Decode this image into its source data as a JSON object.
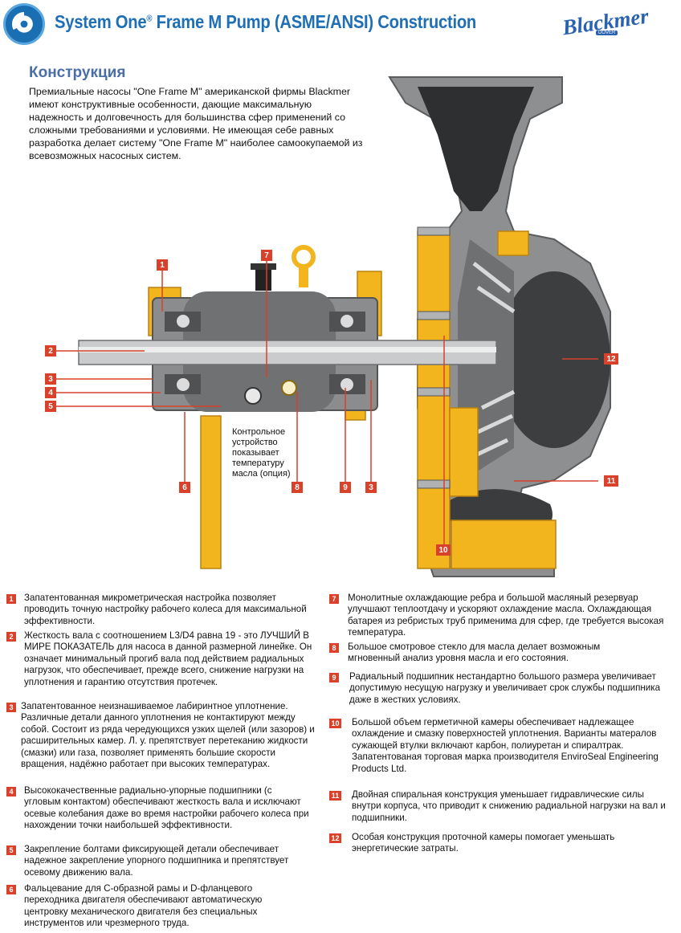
{
  "header": {
    "title_main": "System One",
    "title_reg": "®",
    "title_rest": " Frame M Pump (ASME/ANSI) Construction",
    "brand": "Blackmer",
    "brand_sub": "DOVER"
  },
  "section_title": "Конструкция",
  "intro": "Премиальные насосы \"One Frame M\" американской фирмы Blackmer имеют конструктивные особенности, дающие максимальную  надежность и долговечность для большинства сфер применений со сложными требованиями и условиями. Не имеющая себе равных разработка делает систему \"One Frame M\" наиболее самоокупаемой из всевозможных насосных систем.",
  "oil_note": "Контрольное устройство показывает температуру масла (опция)",
  "callouts": {
    "c1": "1",
    "c2": "2",
    "c3a": "3",
    "c4": "4",
    "c5": "5",
    "c6": "6",
    "c7": "7",
    "c8": "8",
    "c9": "9",
    "c3b": "3",
    "c10": "10",
    "c11": "11",
    "c12": "12"
  },
  "features": [
    {
      "num": "1",
      "text": "Запатентованная микрометрическая настройка позволяет проводить точную настройку рабочего колеса для максимальной эффективности."
    },
    {
      "num": "2",
      "text": "Жесткость вала с соотношением L3/D4 равна 19  - это ЛУЧШИЙ В МИРЕ ПОКАЗАТЕЛЬ для насоса в данной размерной линейке. Он означает минимальный прогиб  вала под действием радиальных нагрузок, что обеспечивает, прежде всего, снижение нагрузки на уплотнения и гарантию отсутствия протечек."
    },
    {
      "num": "3",
      "text": "Запатентованное неизнашиваемое лабиринтное уплотнение. Различные детали данного уплотнения не контактируют между собой. Состоит из ряда  чередующихся узких щелей (или зазоров) и расширительных камер. Л. у. препятствует перетеканию жидкости (смазки) или газа, позволяет применять большие  скорости вращения, надёжно работает при высоких температурах."
    },
    {
      "num": "4",
      "text": "Высококачественные радиально-упорные подшипники (с угловым контактом) обеспечивают жесткость вала и исключают осевые колебания даже во время  настройки рабочего колеса при нахождении точки наибольшей эффективности."
    },
    {
      "num": "5",
      "text": "Закрепление болтами фиксирующей детали обеспечивает надежное закрепление упорного подшипника и препятствует осевому движению вала."
    },
    {
      "num": "6",
      "text": "Фальцевание для С-образной рамы и D-фланцевого переходника двигателя обеспечивают автоматическую центровку механического двигателя без специальных инструментов или чрезмерного труда."
    },
    {
      "num": "7",
      "text": "Монолитные охлаждающие ребра и большой масляный резервуар улучшают теплоотдачу и ускоряют охлаждение масла. Охлаждающая батарея из ребристых труб  применима для сфер, где требуется высокая температура."
    },
    {
      "num": "8",
      "text": "Большое смотровое стекло для масла делает возможным мгновенный анализ уровня масла и его состояния."
    },
    {
      "num": "9",
      "text": "Радиальный подшипник нестандартно большого размера увеличивает допустимую несущую нагрузку и увеличивает срок службы подшипника даже в жестких  условиях."
    },
    {
      "num": "10",
      "text": "Большой объем герметичной камеры обеспечивает надлежащее охлаждение и смазку поверхностей уплотнения. Варианты матералов сужающей втулки включают  карбон, полиуретан и спиралтрак. Запатентованая торговая марка производителя EnviroSeal Engineering Products Ltd."
    },
    {
      "num": "11",
      "text": "Двойная спиральная конструкция уменьшает гидравлические силы внутри корпуса, что приводит к снижению радиальной нагрузки на вал и подшипники."
    },
    {
      "num": "12",
      "text": "Особая конструкция проточной камеры помогает уменьшать энергетические затраты."
    }
  ],
  "colors": {
    "title_blue": "#1e6fb6",
    "section_blue": "#4a6fa6",
    "callout_red": "#d9412a",
    "frame_yellow": "#f2b51e",
    "casing_grey": "#8d8f91"
  }
}
